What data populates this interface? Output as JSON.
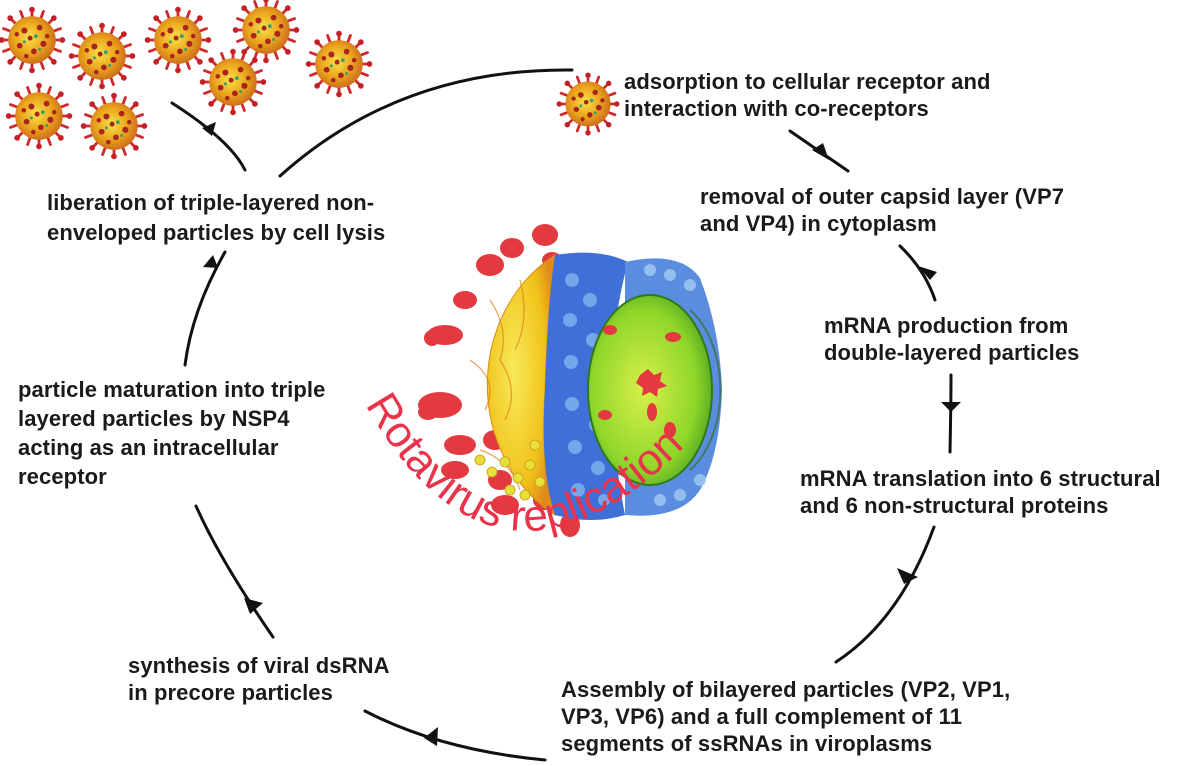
{
  "diagram": {
    "title": "Rotavirus replication",
    "title_color": "#e8334a",
    "steps": [
      {
        "id": "adsorption",
        "lines": [
          "adsorption to cellular receptor and",
          "interaction with co-receptors"
        ]
      },
      {
        "id": "uncoating",
        "lines": [
          "removal of outer capsid layer (VP7",
          "and VP4) in cytoplasm"
        ]
      },
      {
        "id": "transcription",
        "lines": [
          "mRNA production from",
          "double-layered particles"
        ]
      },
      {
        "id": "translation",
        "lines": [
          "mRNA translation into 6 structural",
          "and 6 non-structural proteins"
        ]
      },
      {
        "id": "assembly",
        "lines": [
          "Assembly of bilayered particles (VP2, VP1,",
          "VP3, VP6) and a full complement of 11",
          "segments of ssRNAs in viroplasms"
        ]
      },
      {
        "id": "synthesis",
        "lines": [
          "synthesis of viral dsRNA",
          "in precore particles"
        ]
      },
      {
        "id": "maturation",
        "lines": [
          "particle maturation into triple",
          "layered particles by NSP4",
          "acting as an intracellular",
          "receptor"
        ]
      },
      {
        "id": "liberation",
        "lines": [
          "liberation of triple-layered non-",
          "enveloped particles by cell lysis"
        ]
      }
    ],
    "images": {
      "released_virions": "virus-particle-icon",
      "entering_virion": "virus-particle-icon",
      "central_structure": "rotavirus-capsid-cutaway-illustration"
    },
    "colors": {
      "virion_body": "#e8a21a",
      "virion_spike": "#d7282f",
      "capsid_outer": "#f2d21c",
      "capsid_middle": "#3f6fd8",
      "capsid_inner": "#8fdc2a",
      "spike_red": "#e23a3e",
      "arrow": "#111111"
    }
  }
}
